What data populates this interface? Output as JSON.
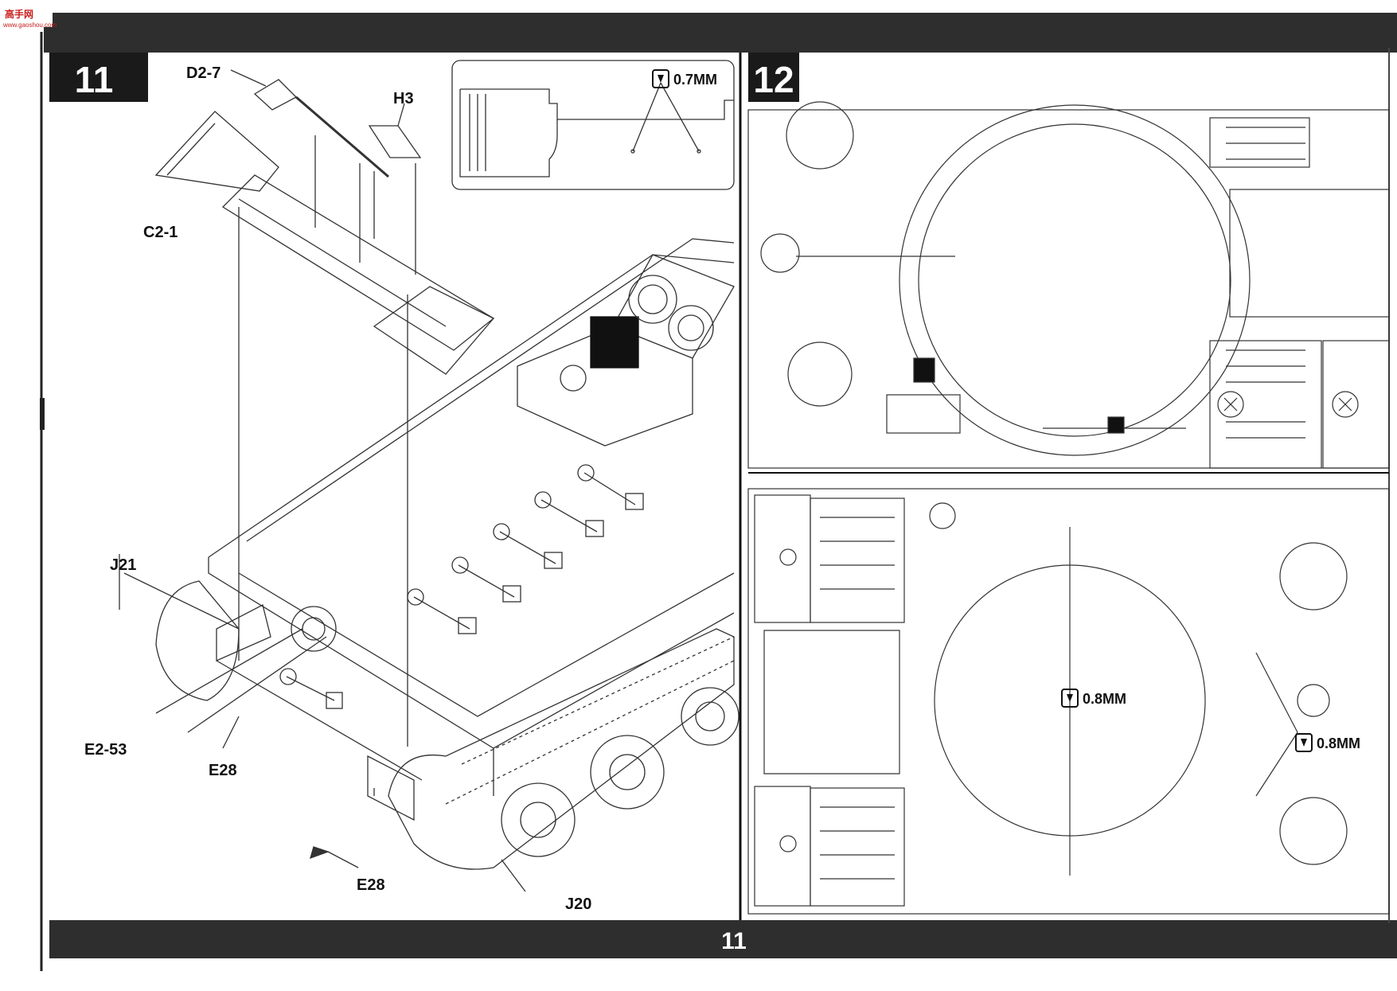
{
  "watermark": {
    "text": "高手网",
    "url": "www.gaoshou.com",
    "color": "#c81e1e"
  },
  "steps": [
    {
      "number": "11"
    },
    {
      "number": "12"
    }
  ],
  "page_number": "11",
  "part_labels": {
    "d2_7": "D2-7",
    "h3": "H3",
    "c2_1": "C2-1",
    "j21": "J21",
    "e2_53": "E2-53",
    "e28_a": "E28",
    "e28_b": "E28",
    "j20": "J20"
  },
  "drill_notes": {
    "step11_inset": "0.7MM",
    "step12_center": "0.8MM",
    "step12_right": "0.8MM"
  },
  "colors": {
    "bar": "#2e2e2e",
    "line": "#333333",
    "accent": "#c81e1e"
  }
}
